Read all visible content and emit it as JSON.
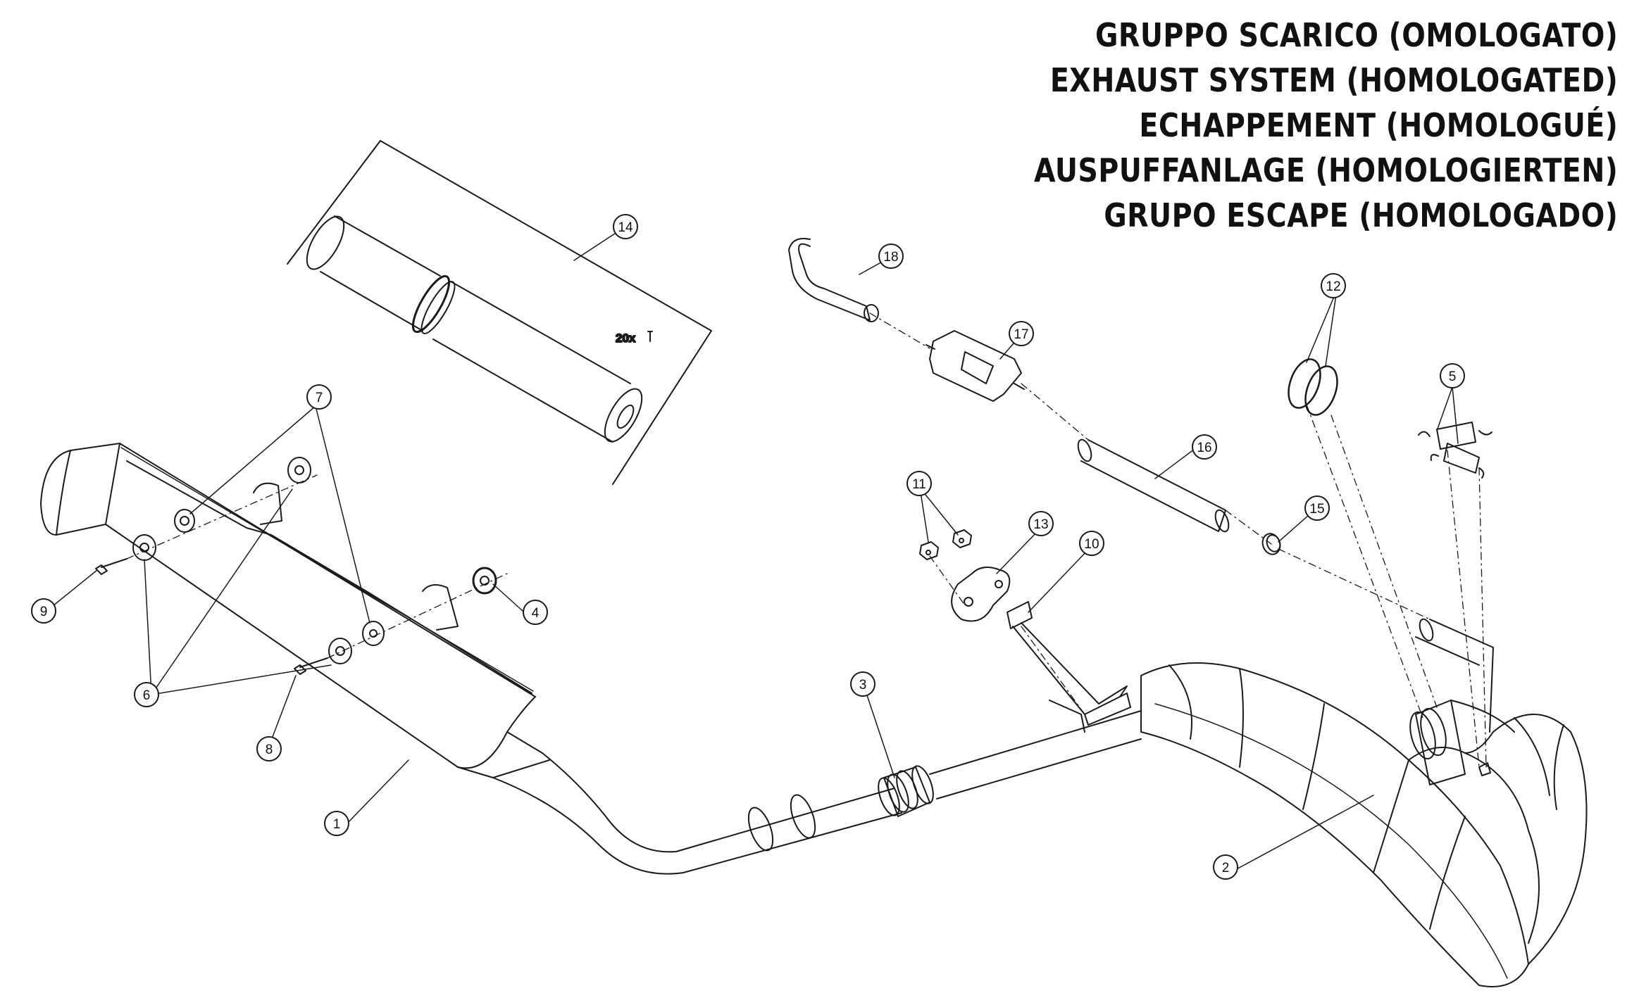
{
  "titles": [
    "GRUPPO SCARICO (OMOLOGATO)",
    "EXHAUST SYSTEM (HOMOLOGATED)",
    "ECHAPPEMENT (HOMOLOGUÉ)",
    "AUSPUFFANLAGE (HOMOLOGIERTEN)",
    "GRUPO ESCAPE (HOMOLOGADO)"
  ],
  "callouts": {
    "c1": "1",
    "c2": "2",
    "c3": "3",
    "c4": "4",
    "c5": "5",
    "c6": "6",
    "c7": "7",
    "c8": "8",
    "c9": "9",
    "c10": "10",
    "c11": "11",
    "c12": "12",
    "c13": "13",
    "c14": "14",
    "c15": "15",
    "c16": "16",
    "c17": "17",
    "c18": "18"
  },
  "rivets_label": "20x"
}
